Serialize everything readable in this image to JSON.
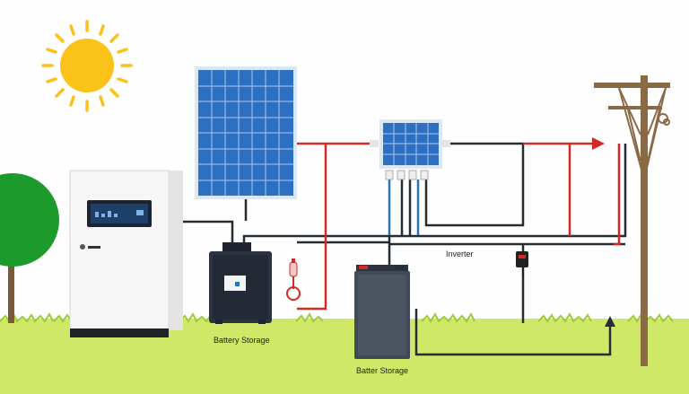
{
  "labels": {
    "inverter": "Inverter",
    "battery_storage_1": "Battery Storage",
    "battery_storage_2": "Batter Storage"
  },
  "colors": {
    "sky": "#fefefe",
    "grass": "#cfe868",
    "grass_dark": "#9fcb34",
    "sun": "#fbc21a",
    "panel": "#2d6fc2",
    "panel_frame": "#dbe7f3",
    "wire_red": "#d42a25",
    "wire_dark": "#252c34",
    "wire_blue": "#2a73b8",
    "cabinet": "#f6f6f6",
    "battery_dark": "#2b3340",
    "pole": "#8a6a45",
    "tree": "#1c9b2c"
  },
  "icons": {
    "sun": "sun-icon",
    "tree": "tree-icon",
    "pole": "utility-pole-icon",
    "arrow": "arrow-right-icon"
  }
}
